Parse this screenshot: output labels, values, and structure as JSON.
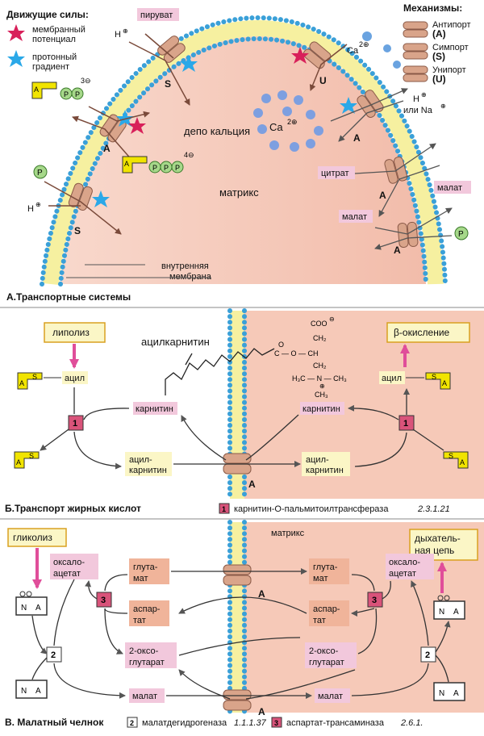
{
  "panelA": {
    "legend_title": "Движущие силы:",
    "legend_membrane": [
      "мембранный",
      "потенциал"
    ],
    "legend_proton": [
      "протонный",
      "градиент"
    ],
    "mech_title": "Механизмы:",
    "mech_antiport": [
      "Антипорт",
      "(A)"
    ],
    "mech_symport": [
      "Симпорт",
      "(S)"
    ],
    "mech_uniport": [
      "Унипорт",
      "(U)"
    ],
    "piruvat": "пируват",
    "h": "H",
    "depo": "депо кальция",
    "matrix": "матрикс",
    "ca": "Ca",
    "ca_charge": "2⊕",
    "h_or_na": "или Na",
    "citrat": "цитрат",
    "malat1": "малат",
    "malat2": "малат",
    "inner": [
      "внутренняя",
      "мембрана"
    ],
    "letter_A": "A",
    "letter_S": "S",
    "letter_U": "U",
    "charge3": "3⊖",
    "charge4": "4⊖",
    "P": "P",
    "caption": "А.Транспортные системы"
  },
  "panelB": {
    "lipoliz": "липолиз",
    "beta": "β-окисление",
    "acylcarnitine": "ацилкарнитин",
    "acyl": "ацил",
    "carnitine": "карнитин",
    "acylcarn": [
      "ацил-",
      "карнитин"
    ],
    "cell1": "1",
    "caption": "Б.Транспорт жирных кислот",
    "enzyme_name": "карнитин-О-пальмитоилтрансфераза",
    "enzyme_ec": "2.3.1.21",
    "chem": [
      "COO",
      "CH₂",
      "C — O — CH",
      "CH₃",
      "H₃C — N — CH₃",
      "⊕",
      "CH₃",
      "O"
    ]
  },
  "panelC": {
    "matrix": "матрикс",
    "glikoliz": "гликолиз",
    "resp": [
      "дыхатель-",
      "ная цепь"
    ],
    "oxalo": [
      "оксало-",
      "ацетат"
    ],
    "glut": [
      "глута-",
      "мат"
    ],
    "asp": [
      "аспар-",
      "тат"
    ],
    "oxo": [
      "2-оксо-",
      "глутарат"
    ],
    "malat": "малат",
    "cell2": "2",
    "cell3": "3",
    "caption": "В. Малатный челнок",
    "enz2": "малатдегидрогеназа",
    "enz2_ec": "1.1.1.37",
    "enz3": "аспартат-трансаминаза",
    "enz3_ec": "2.6.1."
  },
  "colors": {
    "matrix": "#f7cdbf",
    "membrane_yellow": "#f6f0a0",
    "bead": "#3aa0d8",
    "protein": "#d9a48a",
    "pink_label": "#f2c8dc",
    "yellow_label": "#fbf6c6",
    "salmon_label": "#f0b49a",
    "red_cell": "#d9537a",
    "magenta_arrow": "#e04e9a",
    "star_red": "#d8205a",
    "star_blue": "#2aa8e8"
  }
}
